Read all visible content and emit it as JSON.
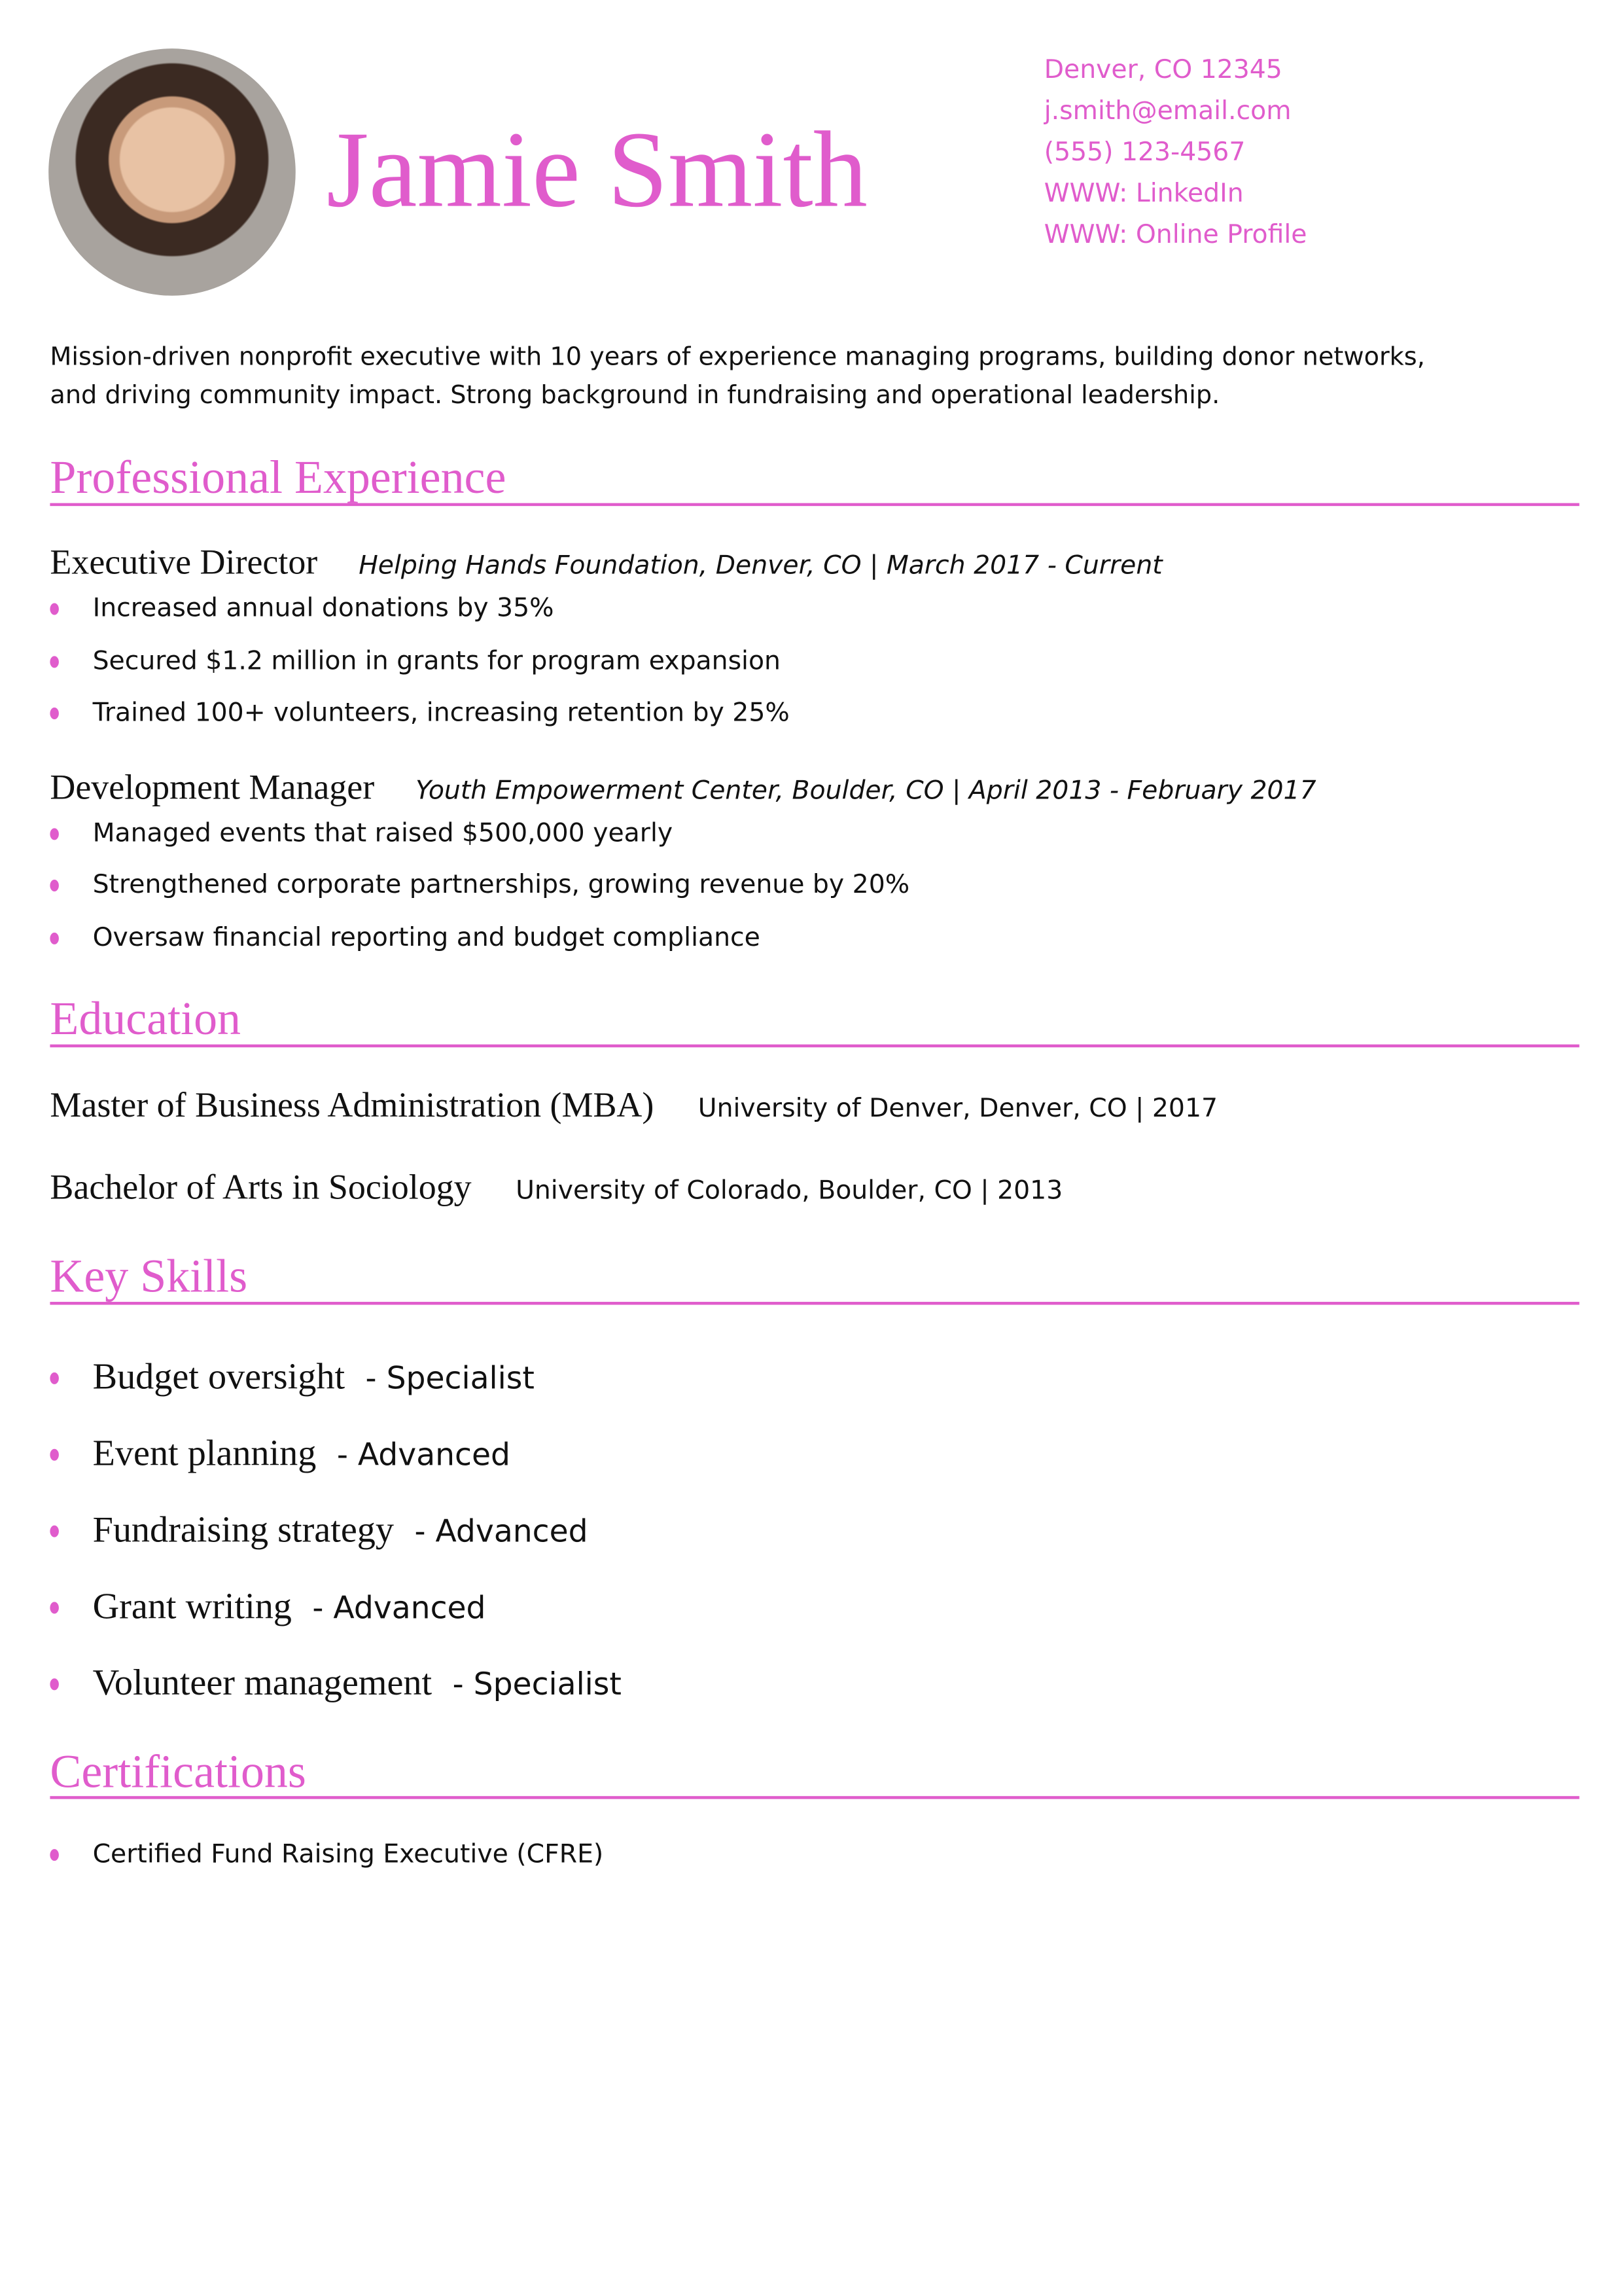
{
  "header": {
    "name": "Jamie Smith",
    "contact": [
      "Denver, CO 12345",
      "j.smith@email.com",
      "(555) 123-4567",
      "WWW: LinkedIn",
      "WWW: Online Profile"
    ]
  },
  "summary": [
    "Mission-driven nonprofit executive with 10 years of experience managing programs, building donor networks,",
    "and driving community impact. Strong background in fundraising and operational leadership."
  ],
  "sections": {
    "experience": "Professional Experience",
    "education": "Education",
    "skills": "Key Skills",
    "certifications": "Certifications"
  },
  "experience": [
    {
      "title": "Executive Director",
      "org": "Helping Hands Foundation",
      "location": ", Denver, CO | March 2017 - Current",
      "bullets": [
        "Increased annual donations by 35%",
        "Secured $1.2 million in grants for program expansion",
        "Trained 100+ volunteers, increasing retention by 25%"
      ]
    },
    {
      "title": "Development Manager",
      "org": "Youth Empowerment Center",
      "location": ", Boulder, CO | April 2013 - February 2017",
      "bullets": [
        "Managed events that raised $500,000 yearly",
        "Strengthened corporate partnerships, growing revenue by 20%",
        "Oversaw financial reporting and budget compliance"
      ]
    }
  ],
  "education": [
    {
      "degree": "Master of Business Administration (MBA)",
      "school": "University of Denver, Denver, CO | 2017"
    },
    {
      "degree": "Bachelor of Arts in Sociology",
      "school": "University of Colorado, Boulder, CO | 2013"
    }
  ],
  "skills": [
    {
      "name": "Budget oversight",
      "level": "- Specialist"
    },
    {
      "name": "Event planning",
      "level": "- Advanced"
    },
    {
      "name": "Fundraising strategy",
      "level": "- Advanced"
    },
    {
      "name": "Grant writing",
      "level": "- Advanced"
    },
    {
      "name": "Volunteer management",
      "level": "- Specialist"
    }
  ],
  "certifications": [
    "Certified Fund Raising Executive (CFRE)"
  ],
  "colors": {
    "accent": "#e05ccc"
  }
}
